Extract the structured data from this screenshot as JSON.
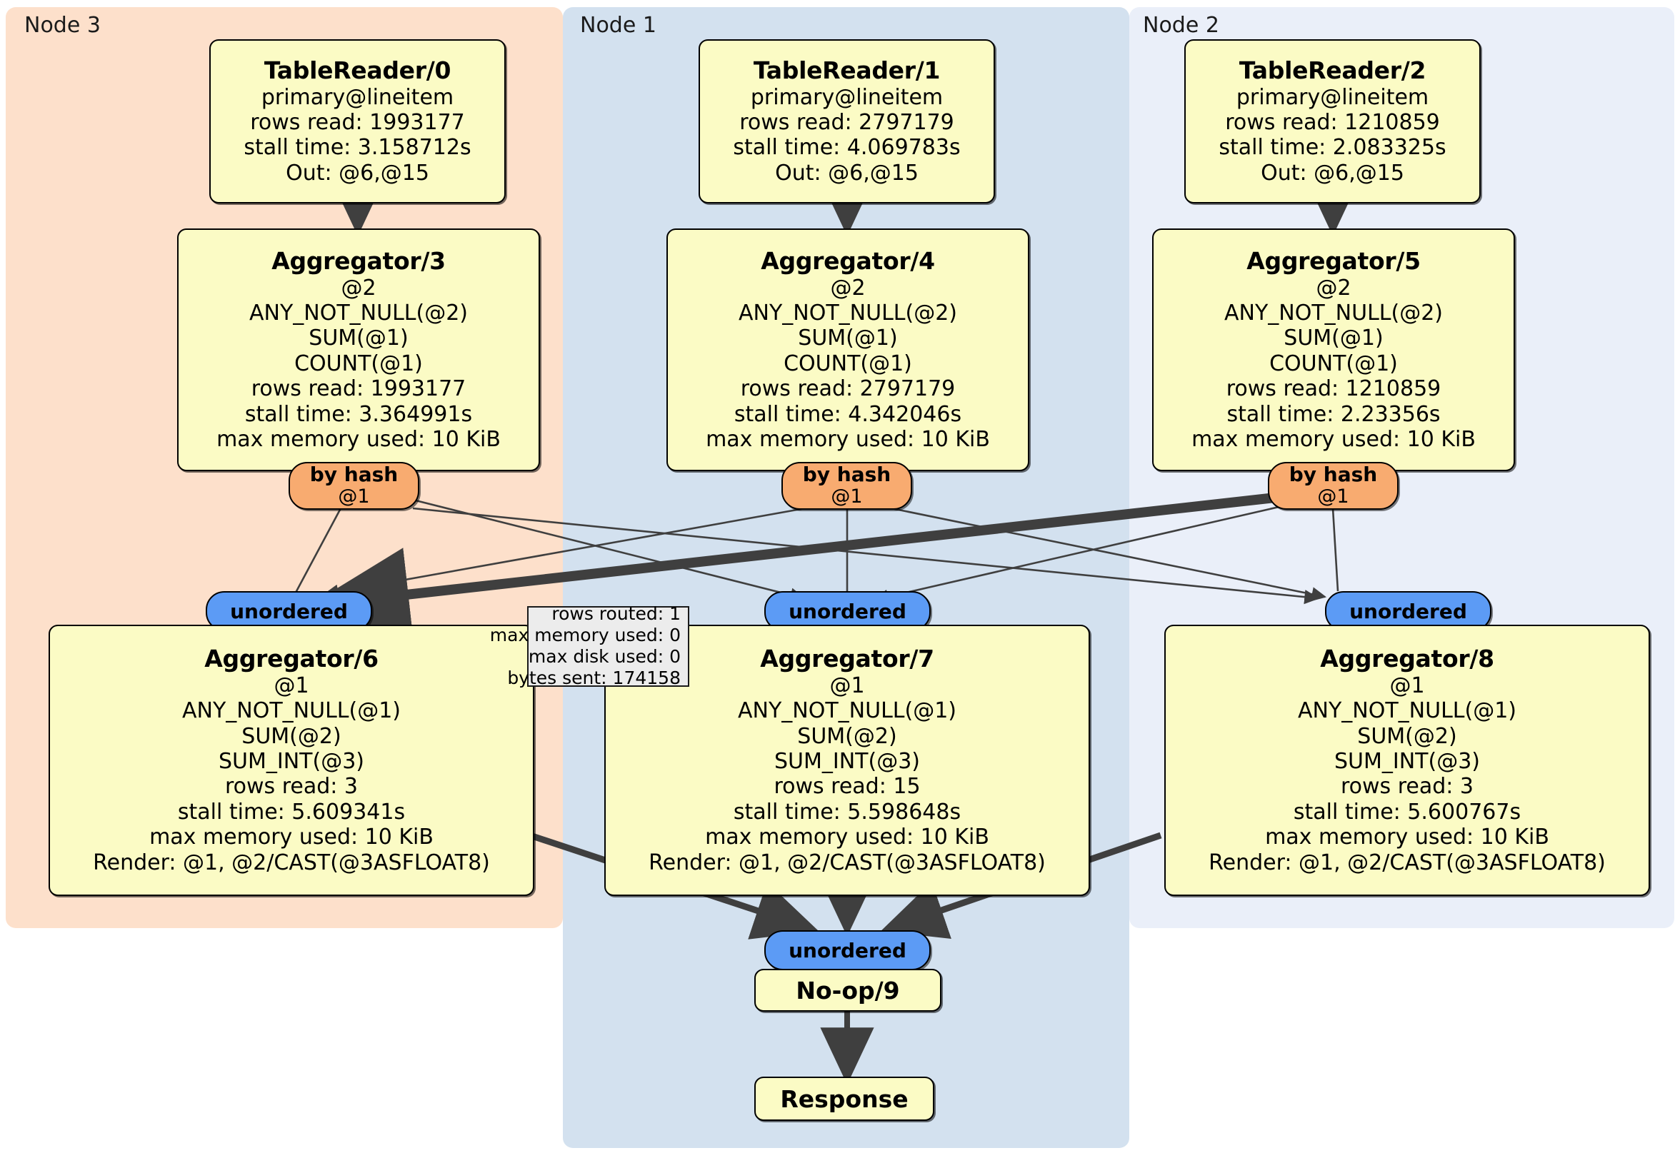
{
  "clusters": [
    {
      "id": "node3",
      "label": "Node 3",
      "color": "#fde0cb"
    },
    {
      "id": "node1",
      "label": "Node 1",
      "color": "#d3e1ef"
    },
    {
      "id": "node2",
      "label": "Node 2",
      "color": "#eaeff9"
    }
  ],
  "table_readers": [
    {
      "title": "TableReader/0",
      "index": "primary@lineitem",
      "rows_read": "rows read: 1993177",
      "stall_time": "stall time: 3.158712s",
      "out": "Out: @6,@15"
    },
    {
      "title": "TableReader/1",
      "index": "primary@lineitem",
      "rows_read": "rows read: 2797179",
      "stall_time": "stall time: 4.069783s",
      "out": "Out: @6,@15"
    },
    {
      "title": "TableReader/2",
      "index": "primary@lineitem",
      "rows_read": "rows read: 1210859",
      "stall_time": "stall time: 2.083325s",
      "out": "Out: @6,@15"
    }
  ],
  "aggregators_stage1": [
    {
      "title": "Aggregator/3",
      "group": "@2",
      "f1": "ANY_NOT_NULL(@2)",
      "f2": "SUM(@1)",
      "f3": "COUNT(@1)",
      "rows_read": "rows read: 1993177",
      "stall_time": "stall time: 3.364991s",
      "max_memory": "max memory used: 10 KiB"
    },
    {
      "title": "Aggregator/4",
      "group": "@2",
      "f1": "ANY_NOT_NULL(@2)",
      "f2": "SUM(@1)",
      "f3": "COUNT(@1)",
      "rows_read": "rows read: 2797179",
      "stall_time": "stall time: 4.342046s",
      "max_memory": "max memory used: 10 KiB"
    },
    {
      "title": "Aggregator/5",
      "group": "@2",
      "f1": "ANY_NOT_NULL(@2)",
      "f2": "SUM(@1)",
      "f3": "COUNT(@1)",
      "rows_read": "rows read: 1210859",
      "stall_time": "stall time: 2.23356s",
      "max_memory": "max memory used: 10 KiB"
    }
  ],
  "aggregators_stage2": [
    {
      "title": "Aggregator/6",
      "group": "@1",
      "f1": "ANY_NOT_NULL(@1)",
      "f2": "SUM(@2)",
      "f3": "SUM_INT(@3)",
      "rows_read": "rows read: 3",
      "stall_time": "stall time: 5.609341s",
      "max_memory": "max memory used: 10 KiB",
      "render": "Render: @1, @2/CAST(@3ASFLOAT8)"
    },
    {
      "title": "Aggregator/7",
      "group": "@1",
      "f1": "ANY_NOT_NULL(@1)",
      "f2": "SUM(@2)",
      "f3": "SUM_INT(@3)",
      "rows_read": "rows read: 15",
      "stall_time": "stall time: 5.598648s",
      "max_memory": "max memory used: 10 KiB",
      "render": "Render: @1, @2/CAST(@3ASFLOAT8)"
    },
    {
      "title": "Aggregator/8",
      "group": "@1",
      "f1": "ANY_NOT_NULL(@1)",
      "f2": "SUM(@2)",
      "f3": "SUM_INT(@3)",
      "rows_read": "rows read: 3",
      "stall_time": "stall time: 5.600767s",
      "max_memory": "max memory used: 10 KiB",
      "render": "Render: @1, @2/CAST(@3ASFLOAT8)"
    }
  ],
  "routers": [
    {
      "title": "by hash",
      "sub": "@1"
    },
    {
      "title": "by hash",
      "sub": "@1"
    },
    {
      "title": "by hash",
      "sub": "@1"
    }
  ],
  "synchronizers": [
    {
      "label": "unordered"
    },
    {
      "label": "unordered"
    },
    {
      "label": "unordered"
    },
    {
      "label": "unordered"
    }
  ],
  "final": {
    "noop": "No-op/9",
    "response": "Response"
  },
  "tooltip": {
    "rows_routed": "rows routed: 1",
    "max_memory": "max memory used: 0",
    "max_disk": "max disk used: 0",
    "bytes_sent": "bytes sent: 174158"
  },
  "colors": {
    "node_fill": "#fbfbc5",
    "router_fill": "#f8ab70",
    "sync_fill": "#5c9bf5",
    "cluster_node3": "#fde0cb",
    "cluster_node1": "#d3e1ef",
    "cluster_node2": "#eaeff9",
    "edge": "#3f3f3f"
  }
}
